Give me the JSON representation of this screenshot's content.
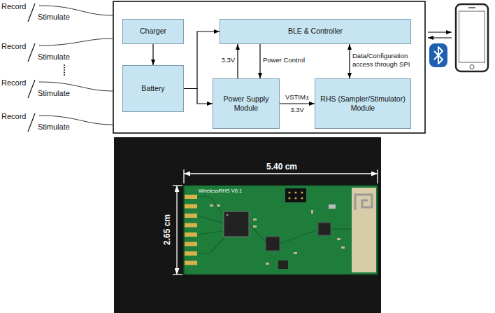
{
  "diagram": {
    "nodes": [
      {
        "text": [
          "Charger"
        ]
      },
      {
        "text": [
          "BLE & Controller"
        ]
      },
      {
        "text": [
          "Battery"
        ]
      },
      {
        "text": [
          "Power Supply Module"
        ]
      },
      {
        "text": [
          "RHS (Sampler/Stimulator) Module"
        ]
      }
    ],
    "edges": [
      {
        "from": 0,
        "to": 2,
        "arrow": "to"
      },
      {
        "from": 2,
        "to": 1,
        "arrow": "to"
      },
      {
        "from": 2,
        "to": 3,
        "arrow": "to"
      },
      {
        "from": 3,
        "to": 1,
        "label": "3.3V",
        "arrow": "to"
      },
      {
        "from": 1,
        "to": 3,
        "label": "Power Control",
        "arrow": "to"
      },
      {
        "from": 3,
        "to": 4,
        "label": "VSTIM±",
        "arrow": "to"
      },
      {
        "from": 1,
        "to": 4,
        "label": "Data/Configuration access through SPI",
        "arrow": "both"
      }
    ],
    "labels": [
      "Record",
      "Stimulate",
      "Record",
      "Stimulate",
      "Record",
      "Stimulate",
      "Record",
      "Stimulate",
      "3.3V",
      "5.40 cm",
      "2.65 cm",
      "WirelessRHS V0.1"
    ]
  }
}
